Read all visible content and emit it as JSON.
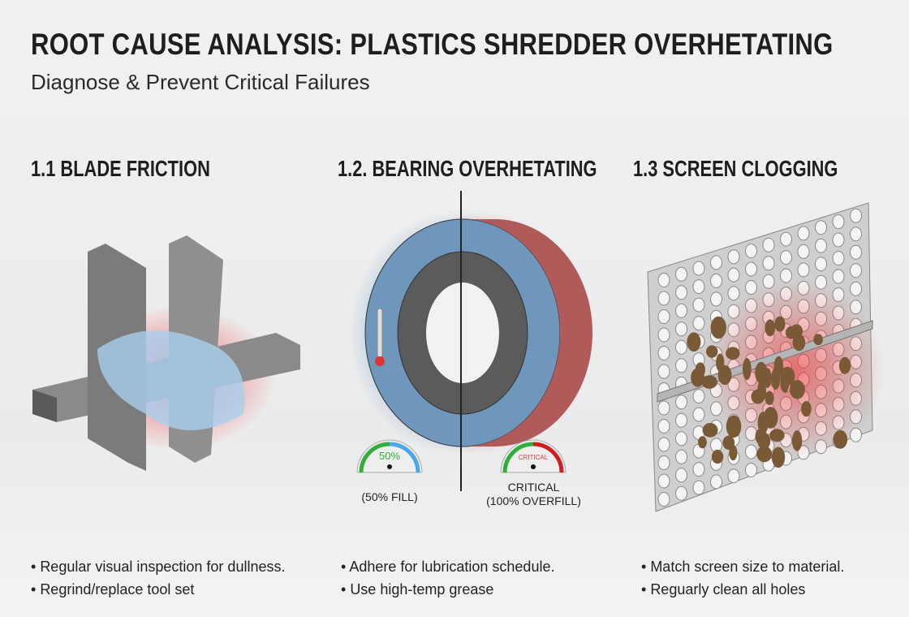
{
  "header": {
    "title": "ROOT CAUSE ANALYSIS: PLASTICS SHREDDER OVERHETATING",
    "subtitle": "Diagnose & Prevent Critical Failures"
  },
  "sections": [
    {
      "heading": "1.1 BLADE FRICTION",
      "bullets": [
        "Regular visual inspection for dullness.",
        "Regrind/replace tool set"
      ]
    },
    {
      "heading": "1.2. BEARING OVERHETATING",
      "bullets": [
        "Adhere for lubrication schedule.",
        "Use high-temp grease"
      ],
      "gauges": [
        {
          "display": "50%",
          "label": "(50% FILL)",
          "fill_percent": 50
        },
        {
          "display": "CRITICAL",
          "label_line1": "CRITICAL",
          "label_line2": "(100% OVERFILL)",
          "fill_percent": 100
        }
      ]
    },
    {
      "heading": "1.3 SCREEN CLOGGING",
      "bullets": [
        "Match screen size to material.",
        "Reguarly clean all holes"
      ]
    }
  ],
  "colors": {
    "heat": "#e23a3a",
    "cool": "#4a9be0",
    "ok": "#2fae3a"
  }
}
